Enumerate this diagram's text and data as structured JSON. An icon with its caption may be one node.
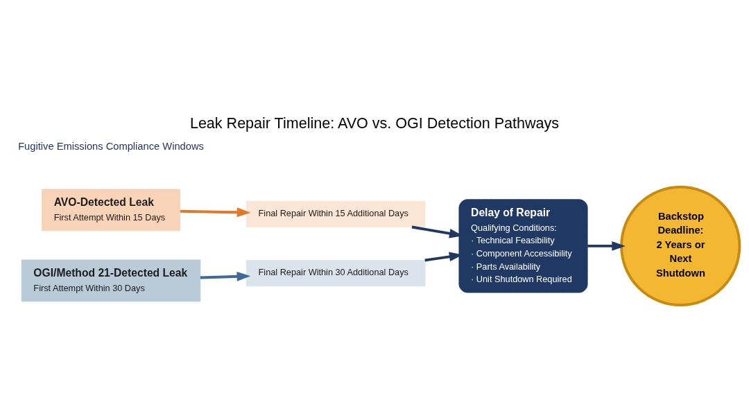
{
  "diagram": {
    "title": "Leak Repair Timeline: AVO vs. OGI Detection Pathways",
    "nodes": [
      {
        "text": [
          "AVO-Detected Leak",
          "First Attempt Within 15 Days"
        ]
      },
      {
        "text": [
          "Final Repair Within 15 Additional Days"
        ]
      },
      {
        "text": [
          "OGI/Method 21-Detected Leak",
          "First Attempt Within 30 Days"
        ]
      },
      {
        "text": [
          "Final Repair Within 30 Additional Days"
        ]
      },
      {
        "text": [
          "Delay of Repair",
          "Qualifying Conditions:",
          "· Technical Feasibility",
          "· Component Accessibility",
          "· Parts Availability",
          "· Unit Shutdown Required"
        ]
      },
      {
        "text": [
          "Backstop Deadline: 2 Years or Next Shutdown"
        ]
      }
    ],
    "edges": [
      {
        "from": 0,
        "to": 1,
        "arrow": "to",
        "color": "#e2782a"
      },
      {
        "from": 1,
        "to": 4,
        "arrow": "to"
      },
      {
        "from": 2,
        "to": 3,
        "arrow": "to",
        "color": "#3d6a96"
      },
      {
        "from": 3,
        "to": 4,
        "arrow": "to"
      },
      {
        "from": 4,
        "to": 5,
        "arrow": "to"
      }
    ],
    "labels": [
      "Fugitive Emissions Compliance Windows"
    ]
  }
}
